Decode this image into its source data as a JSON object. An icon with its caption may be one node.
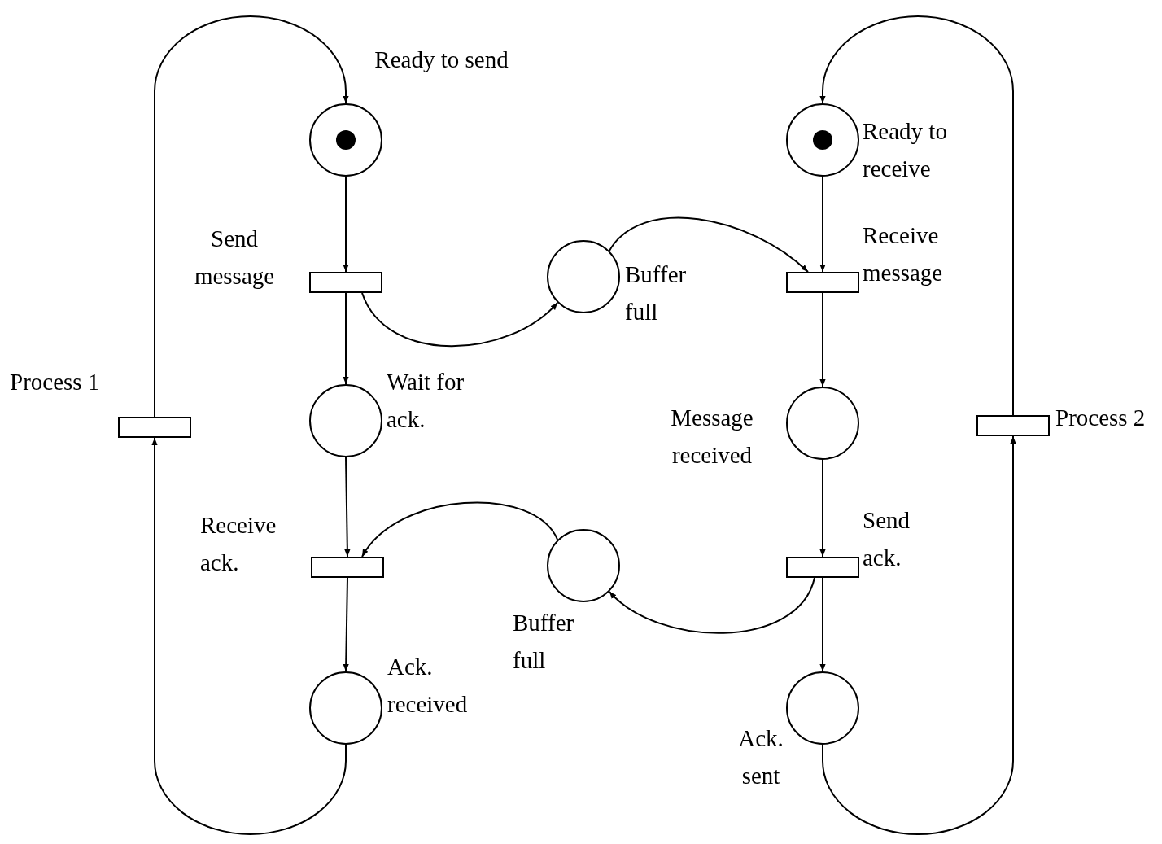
{
  "diagram": {
    "nodes": [
      {
        "text": [],
        "shape": "circle",
        "beside": [
          "Ready to send"
        ]
      },
      {
        "text": [],
        "shape": "bar",
        "beside": [
          "Send message"
        ]
      },
      {
        "text": [],
        "shape": "circle",
        "beside": [
          "Buffer full"
        ]
      },
      {
        "text": [],
        "shape": "circle",
        "beside": [
          "Wait for ack."
        ]
      },
      {
        "text": [],
        "shape": "bar",
        "beside": [
          "Receive ack."
        ]
      },
      {
        "text": [],
        "shape": "circle",
        "beside": [
          "Buffer full"
        ]
      },
      {
        "text": [],
        "shape": "circle",
        "beside": [
          "Ack. received"
        ]
      },
      {
        "text": [],
        "shape": "bar",
        "beside": [
          "Process 1"
        ]
      },
      {
        "text": [],
        "shape": "circle",
        "beside": [
          "Ready to receive"
        ]
      },
      {
        "text": [],
        "shape": "bar",
        "beside": [
          "Receive message"
        ]
      },
      {
        "text": [],
        "shape": "circle",
        "beside": [
          "Message received"
        ]
      },
      {
        "text": [],
        "shape": "bar",
        "beside": [
          "Send ack."
        ]
      },
      {
        "text": [],
        "shape": "circle",
        "beside": [
          "Ack. sent"
        ]
      },
      {
        "text": [],
        "shape": "bar",
        "beside": [
          "Process 2"
        ]
      }
    ],
    "edges": [
      {
        "from": 0,
        "to": 1,
        "arrow": "to"
      },
      {
        "from": 1,
        "to": 2,
        "arrow": "to"
      },
      {
        "from": 1,
        "to": 3,
        "arrow": "to"
      },
      {
        "from": 3,
        "to": 4,
        "arrow": "to"
      },
      {
        "from": 5,
        "to": 4,
        "arrow": "to"
      },
      {
        "from": 4,
        "to": 6,
        "arrow": "to"
      },
      {
        "from": 6,
        "to": 7,
        "arrow": "to"
      },
      {
        "from": 7,
        "to": 0,
        "arrow": "to"
      },
      {
        "from": 8,
        "to": 9,
        "arrow": "to"
      },
      {
        "from": 2,
        "to": 9,
        "arrow": "to"
      },
      {
        "from": 9,
        "to": 10,
        "arrow": "to"
      },
      {
        "from": 10,
        "to": 11,
        "arrow": "to"
      },
      {
        "from": 11,
        "to": 5,
        "arrow": "to"
      },
      {
        "from": 11,
        "to": 12,
        "arrow": "to"
      },
      {
        "from": 12,
        "to": 13,
        "arrow": "to"
      },
      {
        "from": 13,
        "to": 8,
        "arrow": "to"
      }
    ]
  }
}
